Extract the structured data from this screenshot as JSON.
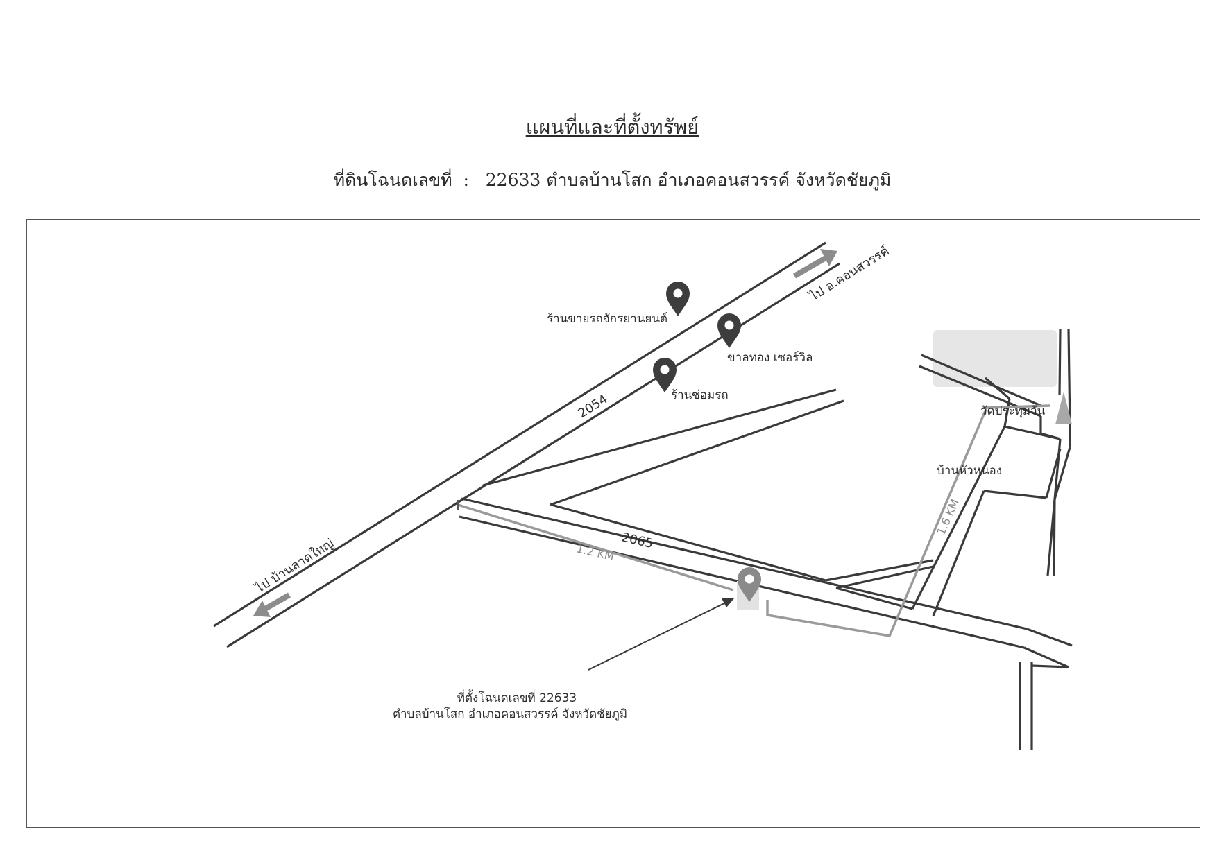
{
  "document": {
    "title": "แผนที่และที่ตั้งทรัพย์",
    "subtitle": "ที่ดินโฉนดเลขที่  :   22633 ตำบลบ้านโสก อำเภอคอนสวรรค์ จังหวัดชัยภูมิ"
  },
  "map": {
    "roads": {
      "road_2054": "2054",
      "road_2065": "2065"
    },
    "directions": {
      "to_khon_sawan": "ไป อ.คอนสวรรค์",
      "to_ban_lat_yai": "ไป บ้านลาดใหญ่"
    },
    "landmarks": {
      "motorcycle_shop": "ร้านขายรถจักรยานยนต์",
      "tire_shop": "ขาลทอง เซอร์วิล",
      "repair_shop": "ร้านซ่อมรถ",
      "temple": "วัดประทุมวัน",
      "village": "บ้านหัวหนอง"
    },
    "distances": {
      "dist_1": "1.2 KM",
      "dist_2": "1.6 KM"
    },
    "property": {
      "line1": "ที่ตั้งโฉนดเลขที่   22633",
      "line2": "ตำบลบ้านโสก อำเภอคอนสวรรค์ จังหวัดชัยภูมิ"
    },
    "colors": {
      "road": "#3a3a3a",
      "route": "#9a9a9a",
      "pin": "#3d3d3d",
      "area_shade": "#e6e6e6"
    }
  }
}
